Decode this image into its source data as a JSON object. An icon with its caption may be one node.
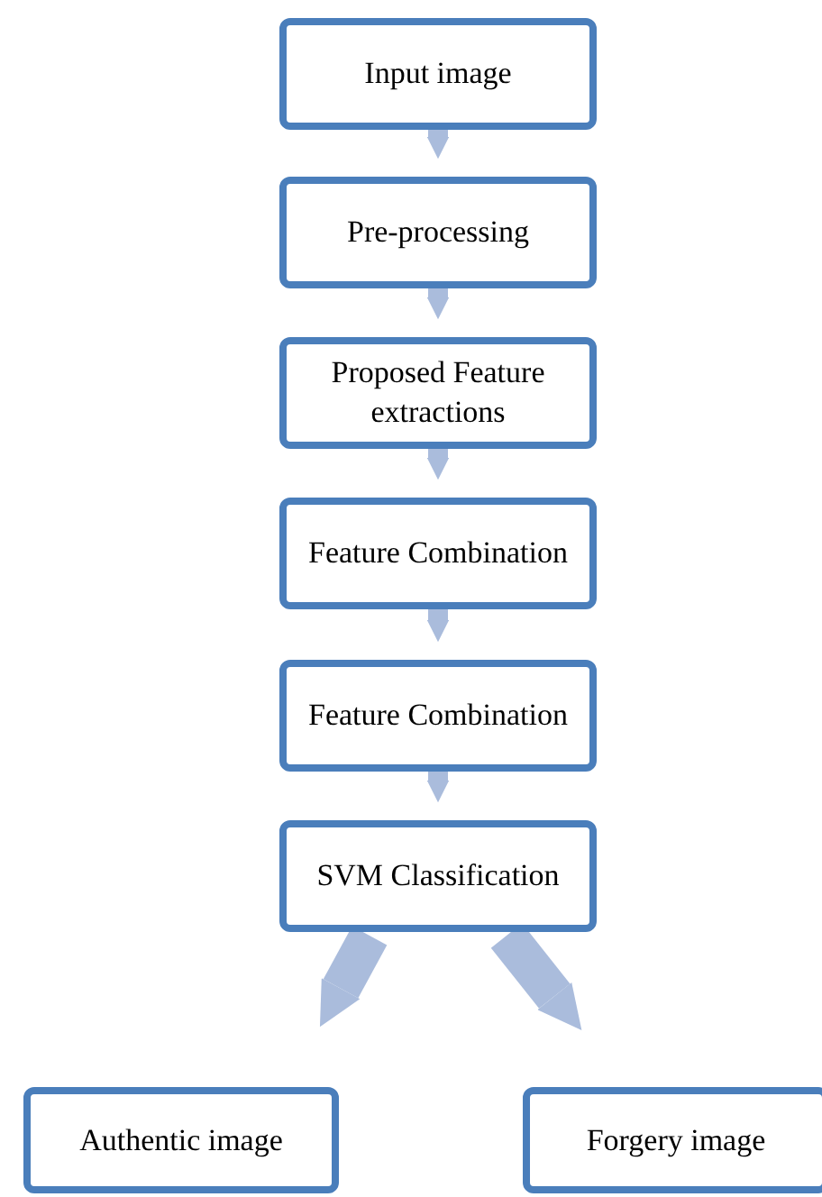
{
  "diagram": {
    "nodes": [
      {
        "text": [
          "Input image"
        ]
      },
      {
        "text": [
          "Pre-processing"
        ]
      },
      {
        "text": [
          "Proposed Feature extractions"
        ]
      },
      {
        "text": [
          "Feature Combination"
        ]
      },
      {
        "text": [
          "Feature Combination"
        ]
      },
      {
        "text": [
          "SVM Classification"
        ]
      },
      {
        "text": [
          "Authentic image"
        ]
      },
      {
        "text": [
          "Forgery image"
        ]
      }
    ],
    "edges": [
      {
        "from": 0,
        "to": 1,
        "arrow": "to"
      },
      {
        "from": 1,
        "to": 2,
        "arrow": "to"
      },
      {
        "from": 2,
        "to": 3,
        "arrow": "to"
      },
      {
        "from": 3,
        "to": 4,
        "arrow": "to"
      },
      {
        "from": 4,
        "to": 5,
        "arrow": "to"
      },
      {
        "from": 5,
        "to": 6,
        "arrow": "to",
        "style": "thick"
      },
      {
        "from": 5,
        "to": 7,
        "arrow": "to",
        "style": "thick"
      }
    ]
  }
}
